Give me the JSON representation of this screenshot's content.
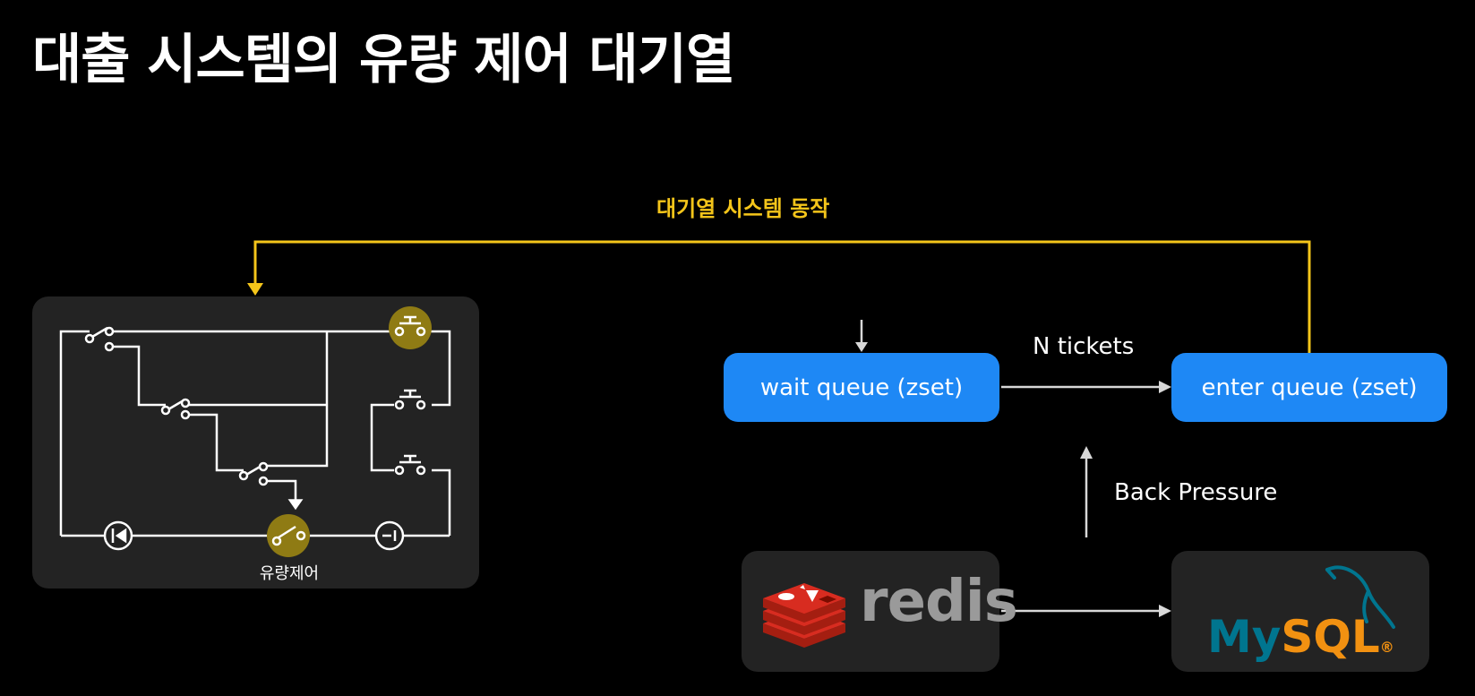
{
  "title": "대출 시스템의 유량 제어 대기열",
  "loop_label": "대기열 시스템 동작",
  "circuit": {
    "caption": "유량제어"
  },
  "queues": {
    "wait": "wait queue (zset)",
    "enter": "enter queue (zset)"
  },
  "edges": {
    "n_tickets": "N tickets",
    "back_pressure": "Back Pressure"
  },
  "logos": {
    "redis": "redis",
    "mysql_my": "My",
    "mysql_sql": "SQL",
    "mysql_reg": "®"
  },
  "colors": {
    "background": "#000000",
    "panel": "#232323",
    "queue_blue": "#1e88f5",
    "loop_yellow": "#f4c51a",
    "switch_gold": "#8f7b14",
    "redis_red": "#d82c20",
    "mysql_blue": "#00758f",
    "mysql_orange": "#f29111"
  }
}
